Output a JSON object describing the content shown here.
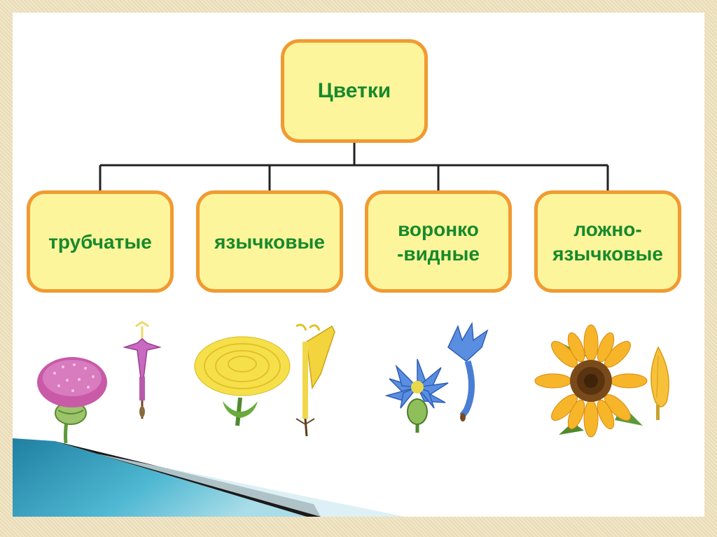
{
  "root": {
    "label": "Цветки"
  },
  "categories": [
    {
      "lines": [
        "трубчатые"
      ]
    },
    {
      "lines": [
        "язычковые"
      ]
    },
    {
      "lines": [
        "воронко",
        "-видные"
      ]
    },
    {
      "lines": [
        "ложно-",
        "язычковые"
      ]
    }
  ],
  "colors": {
    "box_fill": "#fdf59b",
    "box_border": "#f19a32",
    "text": "#178a2c",
    "connector": "#222222",
    "frame": "#efe2bd",
    "accent_wave": "#2e8fb0"
  },
  "illustrations": [
    {
      "icon": "thistle-flower-head-icon"
    },
    {
      "icon": "tubular-floret-icon"
    },
    {
      "icon": "dandelion-flower-head-icon"
    },
    {
      "icon": "ligulate-floret-icon"
    },
    {
      "icon": "cornflower-head-icon"
    },
    {
      "icon": "funnel-floret-icon"
    },
    {
      "icon": "sunflower-head-icon"
    },
    {
      "icon": "false-ligulate-petal-icon"
    }
  ]
}
